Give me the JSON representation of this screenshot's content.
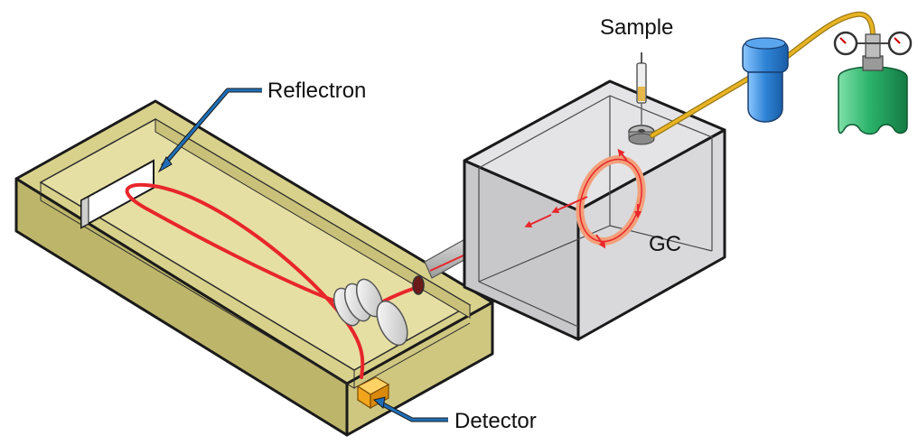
{
  "labels": {
    "sample": "Sample",
    "reflectron": "Reflectron",
    "gc": "GC",
    "detector": "Detector"
  },
  "colors": {
    "tof_fill": "#d8d18b",
    "gc_fill": "#d6d6d8",
    "beam": "#e8262c",
    "pointer": "#1f6fb8",
    "gas_line": "#e8b422",
    "filter": "#2f84d6",
    "cylinder": "#2bb36a",
    "detector": "#f2a51c"
  },
  "icons": [
    "sample-syringe-icon",
    "gas-cylinder-icon",
    "pressure-gauge-icon",
    "gas-filter-icon",
    "ion-lens-icon",
    "detector-icon"
  ]
}
